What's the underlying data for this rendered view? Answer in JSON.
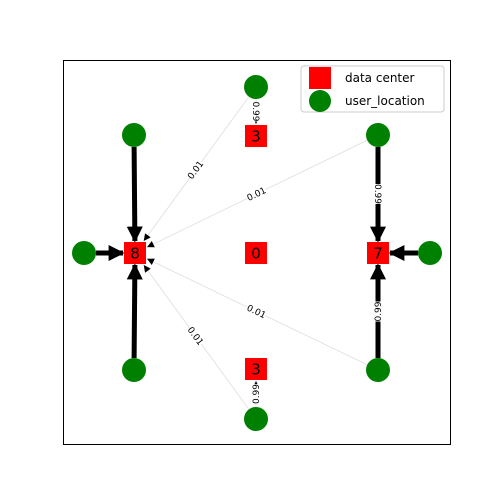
{
  "colors": {
    "data_center": "#ff0000",
    "user_location": "#008000",
    "heavy_edge": "#000000",
    "light_edge": "#dddddd",
    "axes_frame": "#000000"
  },
  "legend": {
    "placement": "top-right",
    "items": [
      {
        "label": "data center",
        "marker": "square",
        "color_key": "data_center"
      },
      {
        "label": "user_location",
        "marker": "circle",
        "color_key": "user_location"
      }
    ]
  },
  "nodes": {
    "data_centers": [
      {
        "id": "dc_left",
        "label": "8"
      },
      {
        "id": "dc_top",
        "label": "3"
      },
      {
        "id": "dc_center",
        "label": "0"
      },
      {
        "id": "dc_right",
        "label": "7"
      },
      {
        "id": "dc_bottom",
        "label": "3"
      }
    ],
    "user_locations": [
      {
        "id": "u_top_left"
      },
      {
        "id": "u_left"
      },
      {
        "id": "u_bottom_left"
      },
      {
        "id": "u_top_center"
      },
      {
        "id": "u_bottom_center"
      },
      {
        "id": "u_top_right"
      },
      {
        "id": "u_right"
      },
      {
        "id": "u_bottom_right"
      }
    ]
  },
  "edges": [
    {
      "from": "u_top_left",
      "to": "dc_left",
      "weight": "",
      "style": "heavy"
    },
    {
      "from": "u_left",
      "to": "dc_left",
      "weight": "",
      "style": "heavy"
    },
    {
      "from": "u_bottom_left",
      "to": "dc_left",
      "weight": "",
      "style": "heavy"
    },
    {
      "from": "u_top_center",
      "to": "dc_left",
      "weight": "0.01",
      "style": "light"
    },
    {
      "from": "u_top_right",
      "to": "dc_left",
      "weight": "0.01",
      "style": "light"
    },
    {
      "from": "u_bottom_right",
      "to": "dc_left",
      "weight": "0.01",
      "style": "light"
    },
    {
      "from": "u_bottom_center",
      "to": "dc_left",
      "weight": "0.01",
      "style": "light"
    },
    {
      "from": "u_top_center",
      "to": "dc_top",
      "weight": "0.99",
      "style": "light"
    },
    {
      "from": "u_bottom_center",
      "to": "dc_bottom",
      "weight": "0.99",
      "style": "light"
    },
    {
      "from": "u_top_right",
      "to": "dc_right",
      "weight": "0.99",
      "style": "heavy"
    },
    {
      "from": "u_right",
      "to": "dc_right",
      "weight": "",
      "style": "heavy"
    },
    {
      "from": "u_bottom_right",
      "to": "dc_right",
      "weight": "0.99",
      "style": "heavy"
    }
  ]
}
